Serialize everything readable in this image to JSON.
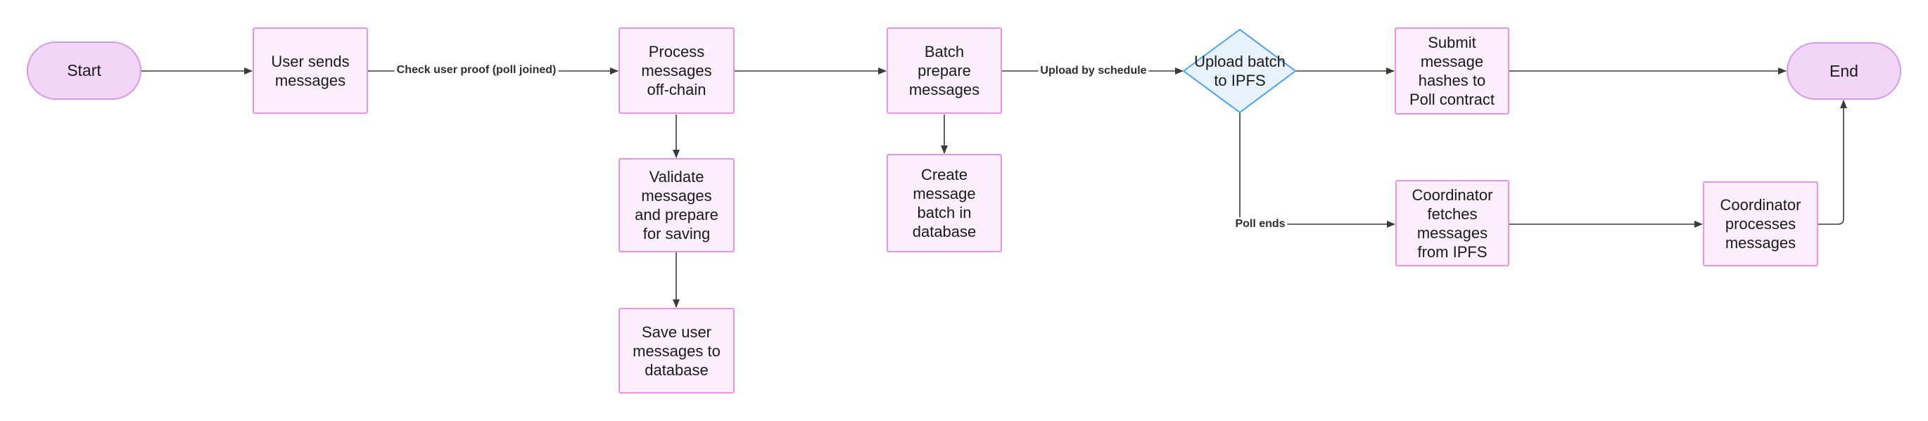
{
  "nodes": {
    "start": "Start",
    "user_sends": "User sends\nmessages",
    "process": "Process\nmessages\noff-chain",
    "validate": "Validate\nmessages\nand prepare\nfor saving",
    "save": "Save user\nmessages to\ndatabase",
    "batch_prepare": "Batch\nprepare\nmessages",
    "create_batch": "Create\nmessage\nbatch in\ndatabase",
    "upload": "Upload batch\nto IPFS",
    "submit": "Submit\nmessage\nhashes to\nPoll contract",
    "fetch": "Coordinator\nfetches\nmessages\nfrom IPFS",
    "coord_process": "Coordinator\nprocesses\nmessages",
    "end": "End"
  },
  "edge_labels": {
    "check_proof": "Check user proof (poll joined)",
    "upload_schedule": "Upload by schedule",
    "poll_ends": "Poll ends"
  },
  "colors": {
    "box_fill": "#fdeffd",
    "box_border": "#e892e8",
    "terminal_fill": "#f1d6f8",
    "terminal_border": "#d69be6",
    "decision_fill": "#e8f2fd",
    "decision_border": "#4a9ff0",
    "edge": "#3a3a3a"
  }
}
